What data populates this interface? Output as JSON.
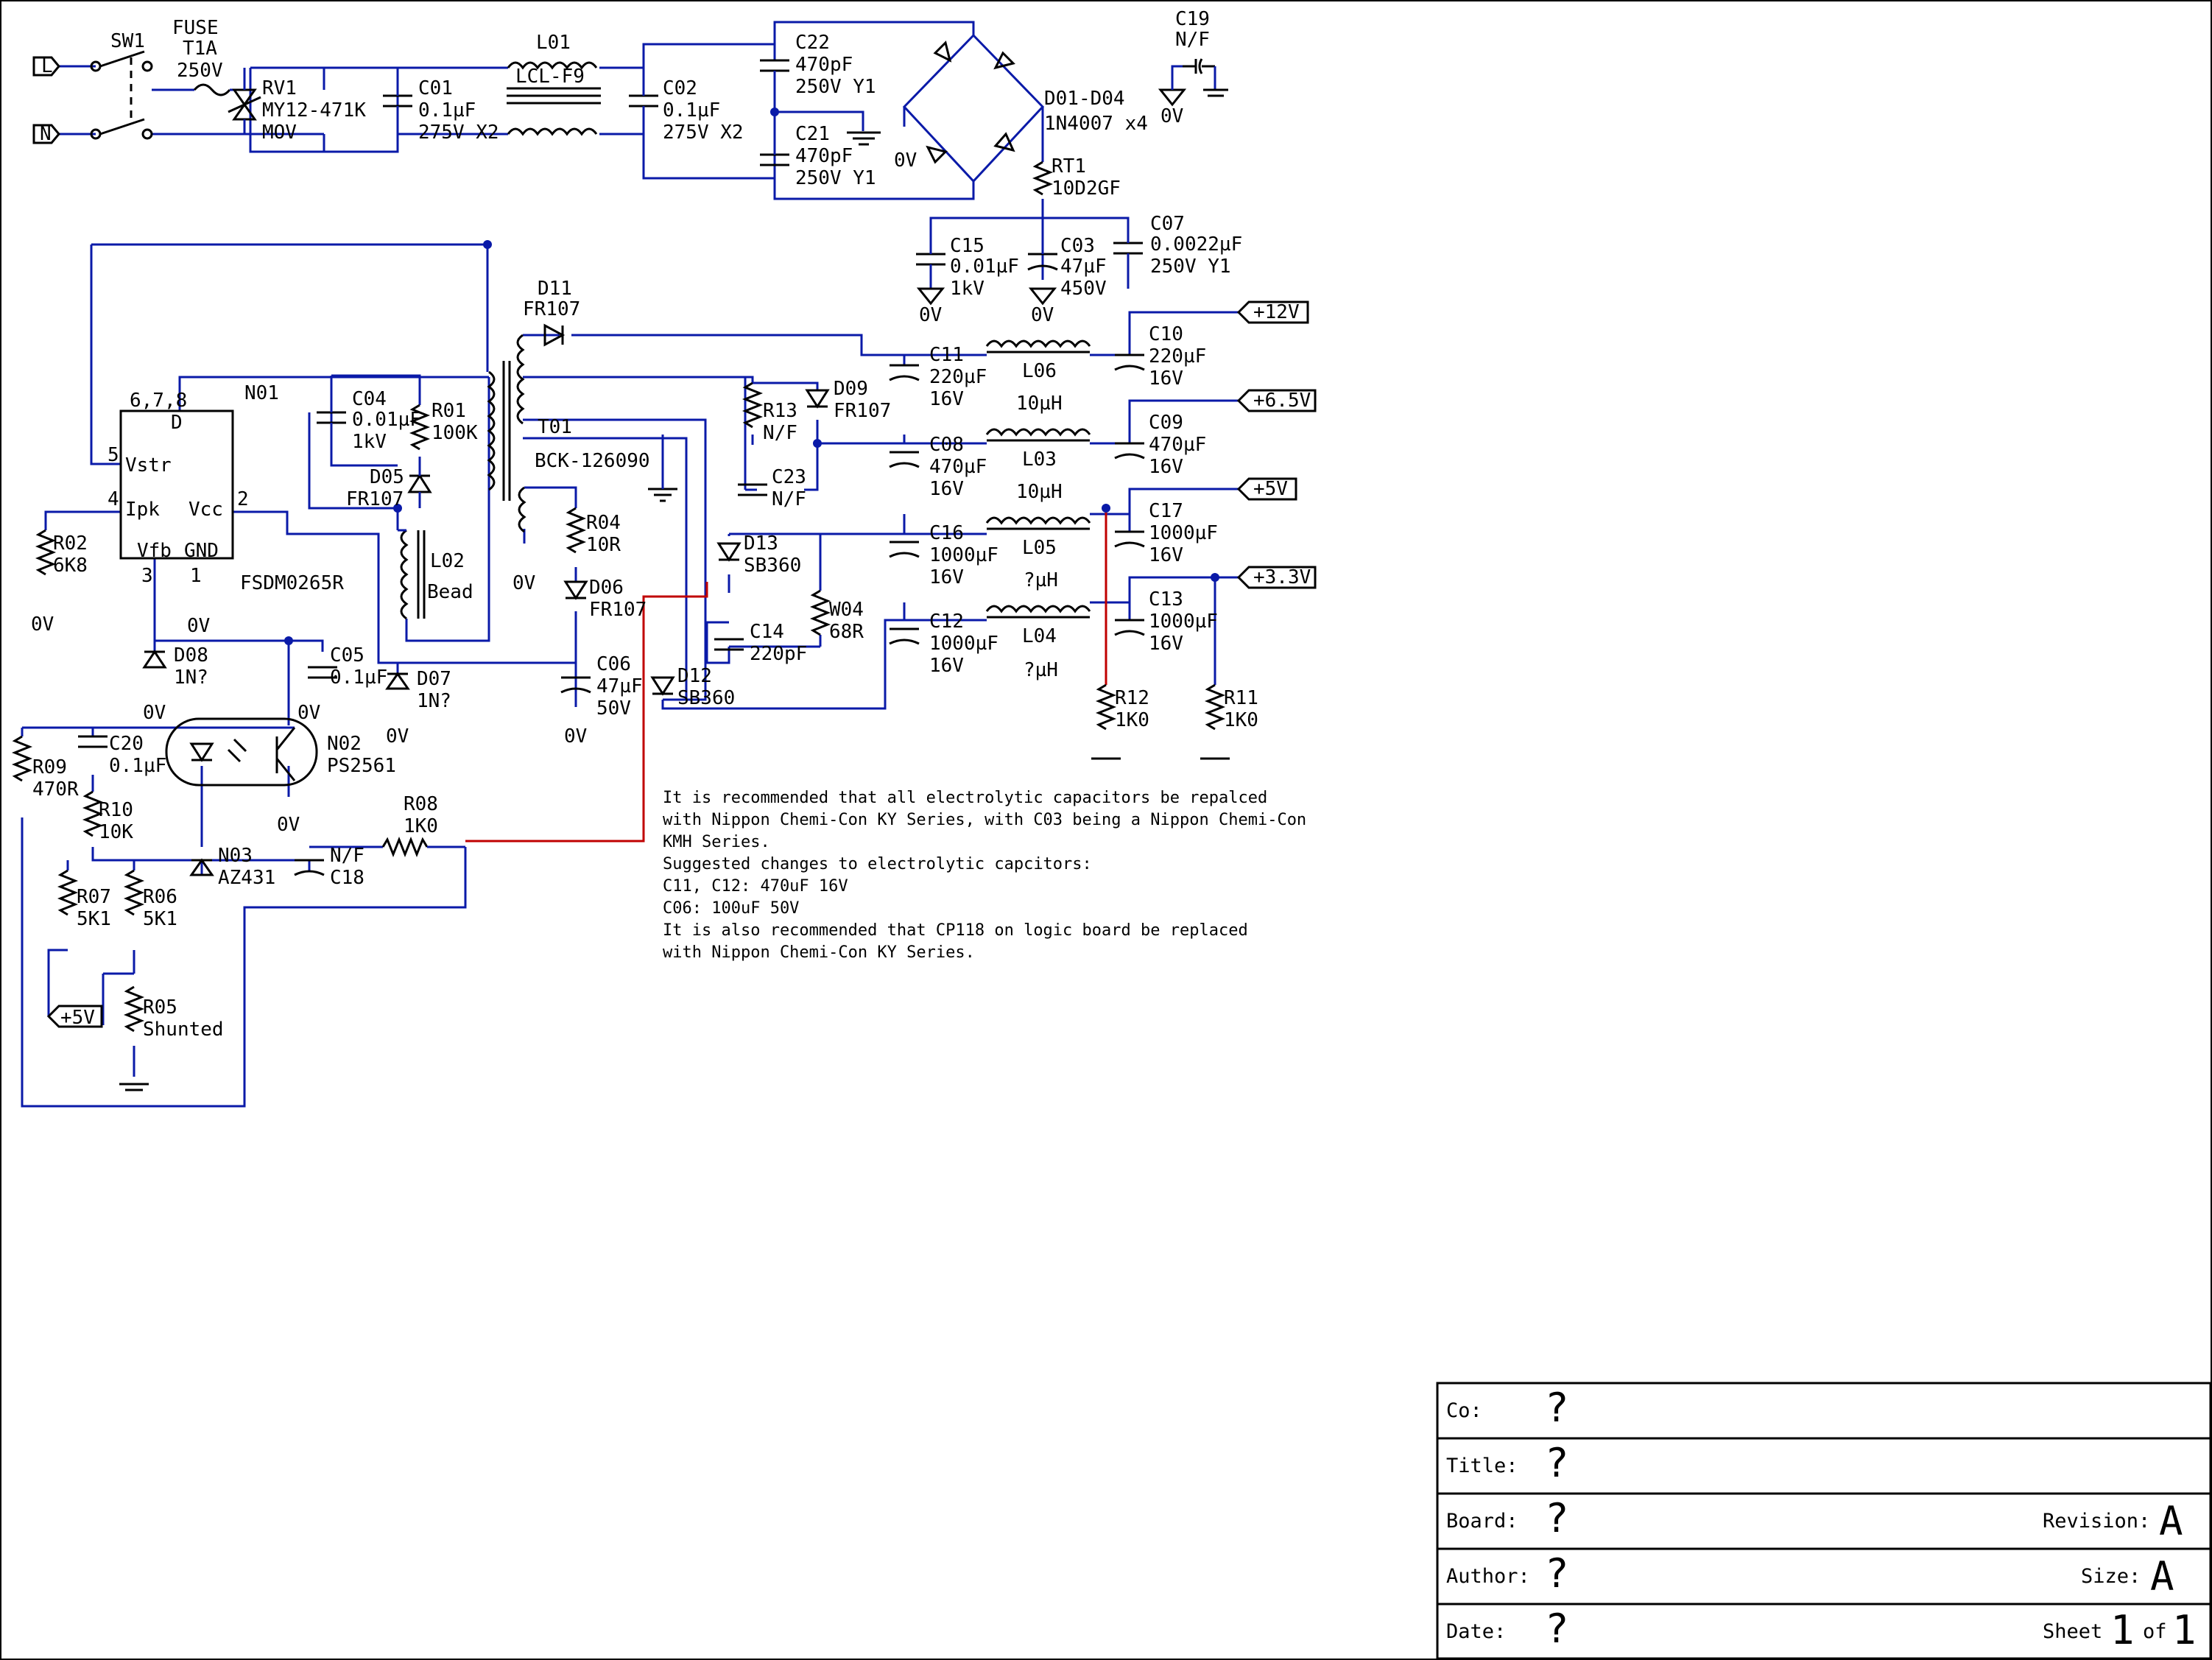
{
  "labels": {
    "sw1": "SW1",
    "fuse": "FUSE",
    "fuse_r": "T1A",
    "fuse_v": "250V",
    "rv1": "RV1",
    "rv1_v": "MY12-471K",
    "rv1_t": "MOV",
    "c01": "C01",
    "c01_v": "0.1µF",
    "c01_r": "275V X2",
    "l01": "L01",
    "l01_v": "LCL-F9",
    "c02": "C02",
    "c02_v": "0.1µF",
    "c02_r": "275V X2",
    "c22": "C22",
    "c22_v": "470pF",
    "c22_r": "250V Y1",
    "c21": "C21",
    "c21_v": "470pF",
    "c21_r": "250V Y1",
    "d01": "D01-D04",
    "d01_v": "1N4007 x4",
    "c19": "C19",
    "c19_v": "N/F",
    "rt1": "RT1",
    "rt1_v": "10D2GF",
    "c15": "C15",
    "c15_v": "0.01µF",
    "c15_r": "1kV",
    "c03": "C03",
    "c03_v": "47µF",
    "c03_r": "450V",
    "c07": "C07",
    "c07_v": "0.0022µF",
    "c07_r": "250V Y1",
    "d11": "D11",
    "d11_v": "FR107",
    "c11": "C11",
    "c11_v": "220µF",
    "c11_r": "16V",
    "l06": "L06",
    "c10": "C10",
    "c10_v": "220µF",
    "c10_r": "16V",
    "d09": "D09",
    "d09_v": "FR107",
    "r13": "R13",
    "r13_v": "N/F",
    "c08": "C08",
    "c08_v": "470µF",
    "c08_r": "16V",
    "l03_top": "10µH",
    "l03": "L03",
    "c09": "C09",
    "c09_v": "470µF",
    "c09_r": "16V",
    "c23": "C23",
    "c23_v": "N/F",
    "l05_top": "10µH",
    "l05": "L05",
    "c16": "C16",
    "c16_v": "1000µF",
    "c16_r": "16V",
    "c17": "C17",
    "c17_v": "1000µF",
    "c17_r": "16V",
    "d13": "D13",
    "d13_v": "SB360",
    "w04": "W04",
    "w04_v": "68R",
    "c14": "C14",
    "c14_v": "220pF",
    "l04_top": "?µH",
    "l04": "L04",
    "l04_bot": "?µH",
    "c12": "C12",
    "c12_v": "1000µF",
    "c12_r": "16V",
    "c13": "C13",
    "c13_v": "1000µF",
    "c13_r": "16V",
    "d12": "D12",
    "d12_v": "SB360",
    "r12": "R12",
    "r12_v": "1K0",
    "r11": "R11",
    "r11_v": "1K0",
    "n01": "N01",
    "n01_pins": "6,7,8",
    "n01_d": "D",
    "n01_vstr": "Vstr",
    "n01_ipk": "Ipk",
    "n01_vcc": "Vcc",
    "n01_vfb": "Vfb",
    "n01_gnd": "GND",
    "pin5": "5",
    "pin4": "4",
    "pin2": "2",
    "pin3": "3",
    "pin1": "1",
    "n01_part": "FSDM0265R",
    "c04": "C04",
    "c04_v": "0.01µF",
    "c04_r": "1kV",
    "r01": "R01",
    "r01_v": "100K",
    "d05": "D05",
    "d05_v": "FR107",
    "l02": "L02",
    "l02_v": "Bead",
    "t01": "T01",
    "t01_v": "BCK-126090",
    "r04": "R04",
    "r04_v": "10R",
    "d06": "D06",
    "d06_v": "FR107",
    "c06": "C06",
    "c06_v": "47µF",
    "c06_r": "50V",
    "r02": "R02",
    "r02_v": "6K8",
    "d08": "D08",
    "d08_v": "1N?",
    "c05": "C05",
    "c05_v": "0.1µF",
    "d07": "D07",
    "d07_v": "1N?",
    "c20": "C20",
    "c20_v": "0.1µF",
    "n02": "N02",
    "n02_v": "PS2561",
    "r09": "R09",
    "r09_v": "470R",
    "r10": "R10",
    "r10_v": "10K",
    "r08": "R08",
    "r08_v": "1K0",
    "n03": "N03",
    "n03_v": "AZ431",
    "c18": "C18",
    "c18_v": "N/F",
    "r07": "R07",
    "r07_v": "5K1",
    "r06": "R06",
    "r06_v": "5K1",
    "r05": "R05",
    "r05_v": "Shunted",
    "zero_v": "0V"
  },
  "ports": {
    "l": "L",
    "n": "N",
    "p12": "+12V",
    "p65": "+6.5V",
    "p5": "+5V",
    "p33": "+3.3V",
    "p5b": "+5V"
  },
  "notes": [
    "It is recommended that all electrolytic capacitors be repalced",
    "with Nippon Chemi-Con KY Series, with C03 being a Nippon Chemi-Con",
    "KMH Series.",
    "Suggested changes to electrolytic capcitors:",
    "C11, C12: 470uF 16V",
    "C06: 100uF 50V",
    "It is also recommended that CP118 on logic board be replaced",
    "with Nippon Chemi-Con KY Series."
  ],
  "title_block": {
    "co_label": "Co:",
    "co_value": "?",
    "title_label": "Title:",
    "title_value": "?",
    "board_label": "Board:",
    "board_value": "?",
    "revision_label": "Revision:",
    "revision_value": "A",
    "author_label": "Author:",
    "author_value": "?",
    "size_label": "Size:",
    "size_value": "A",
    "date_label": "Date:",
    "date_value": "?",
    "sheet_label": "Sheet",
    "sheet_value": "1",
    "of_label": "of",
    "of_value": "1"
  },
  "colors": {
    "wire": "#0a1aa8",
    "net_highlight": "#c00000",
    "ink": "#000000"
  }
}
